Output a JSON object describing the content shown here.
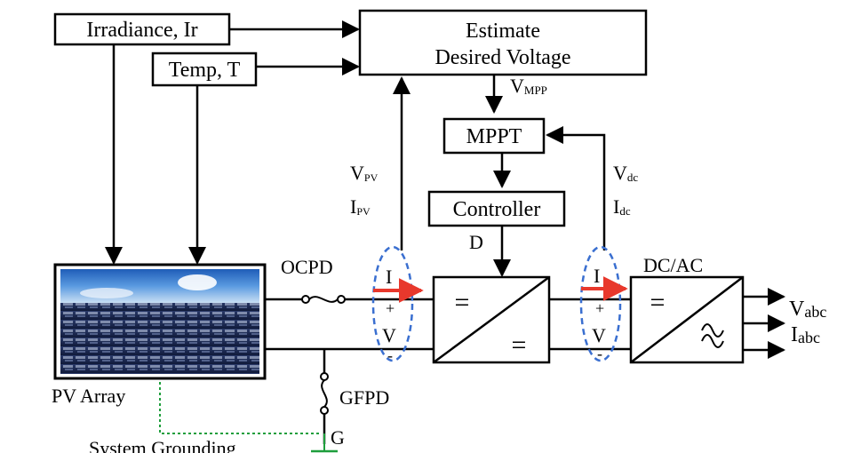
{
  "inputs": {
    "irradiance": "Irradiance, Ir",
    "temp": "Temp, T"
  },
  "blocks": {
    "estimate_line1": "Estimate",
    "estimate_line2": "Desired Voltage",
    "mppt": "MPPT",
    "controller": "Controller",
    "dcac": "DC/AC"
  },
  "signals": {
    "vmpp_main": "V",
    "vmpp_sub": "MPP",
    "vpv_main": "V",
    "vpv_sub": "PV",
    "ipv_main": "I",
    "ipv_sub": "PV",
    "vdc_main": "V",
    "vdc_sub": "dc",
    "idc_main": "I",
    "idc_sub": "dc",
    "duty": "D",
    "vabc_main": "V",
    "vabc_sub": "abc",
    "iabc_main": "I",
    "iabc_sub": "abc"
  },
  "sensors": {
    "i_label": "I",
    "v_label": "V",
    "plus": "+",
    "minus": "-",
    "dc_eq_top": "=",
    "dc_eq_bottom": "="
  },
  "components": {
    "ocpd": "OCPD",
    "pv_array": "PV Array",
    "gfpd": "GFPD",
    "ground_label": "G",
    "system_grounding": "System Grounding"
  }
}
